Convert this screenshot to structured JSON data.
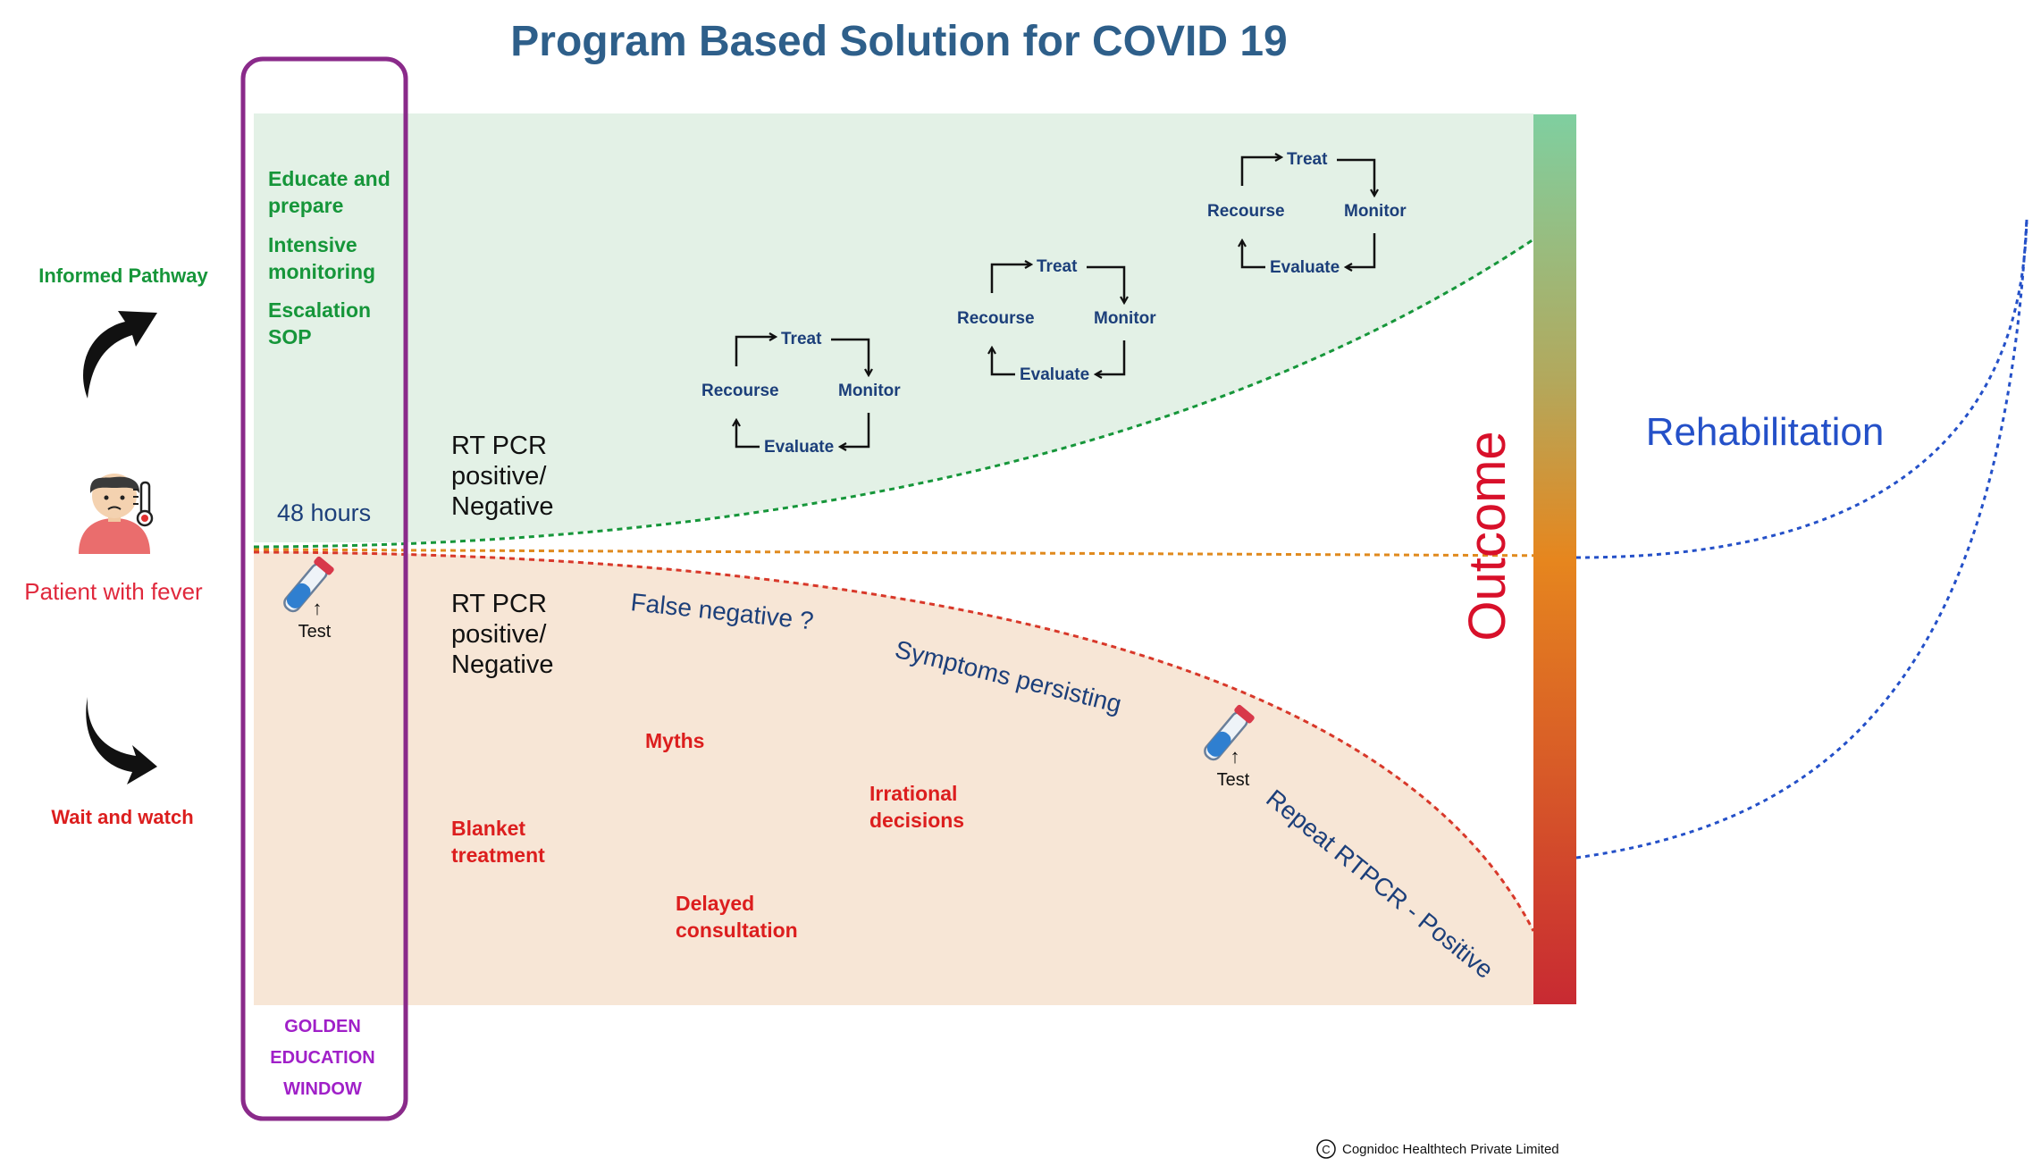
{
  "title": "Program Based Solution for COVID 19",
  "colors": {
    "title": "#2e5f8a",
    "informed_green": "#16963a",
    "fever_red": "#e0283c",
    "wait_red": "#dc1e1e",
    "navy": "#1c3f7a",
    "purple_box": "#8a2a8a",
    "purple_text": "#a020c8",
    "blue_rehab": "#2450c8",
    "upper_fill": "#e3f1e6",
    "lower_fill": "#f7e6d6",
    "outcome_red": "#d8102a",
    "orange_line": "#e08a1e"
  },
  "left": {
    "informed_pathway": "Informed Pathway",
    "patient_with_fever": "Patient with fever",
    "wait_and_watch": "Wait and watch"
  },
  "golden_window": {
    "line1": "GOLDEN",
    "line2": "EDUCATION",
    "line3": "WINDOW"
  },
  "informed_steps": [
    {
      "line1": "Educate and",
      "line2": "prepare"
    },
    {
      "line1": "Intensive",
      "line2": "monitoring"
    },
    {
      "line1": "Escalation",
      "line2": "SOP"
    }
  ],
  "hours": "48 hours",
  "test_label": "Test",
  "test_label_2": "Test",
  "rtpcr_upper": {
    "line1": "RT PCR",
    "line2": "positive/",
    "line3": "Negative"
  },
  "rtpcr_lower": {
    "line1": "RT PCR",
    "line2": "positive/",
    "line3": "Negative"
  },
  "cycle_labels": {
    "treat": "Treat",
    "monitor": "Monitor",
    "evaluate": "Evaluate",
    "recourse": "Recourse"
  },
  "lower_annotations": {
    "false_negative": "False negative ?",
    "symptoms_persisting": "Symptoms persisting",
    "repeat_rtpcr": "Repeat RTPCR - Positive"
  },
  "problems": {
    "myths": "Myths",
    "blanket_1": "Blanket",
    "blanket_2": "treatment",
    "irrational_1": "Irrational",
    "irrational_2": "decisions",
    "delayed_1": "Delayed",
    "delayed_2": "consultation"
  },
  "outcome": "Outcome",
  "rehabilitation": "Rehabilitation",
  "copyright_symbol": "C",
  "copyright": "Cognidoc Healthtech Private Limited"
}
